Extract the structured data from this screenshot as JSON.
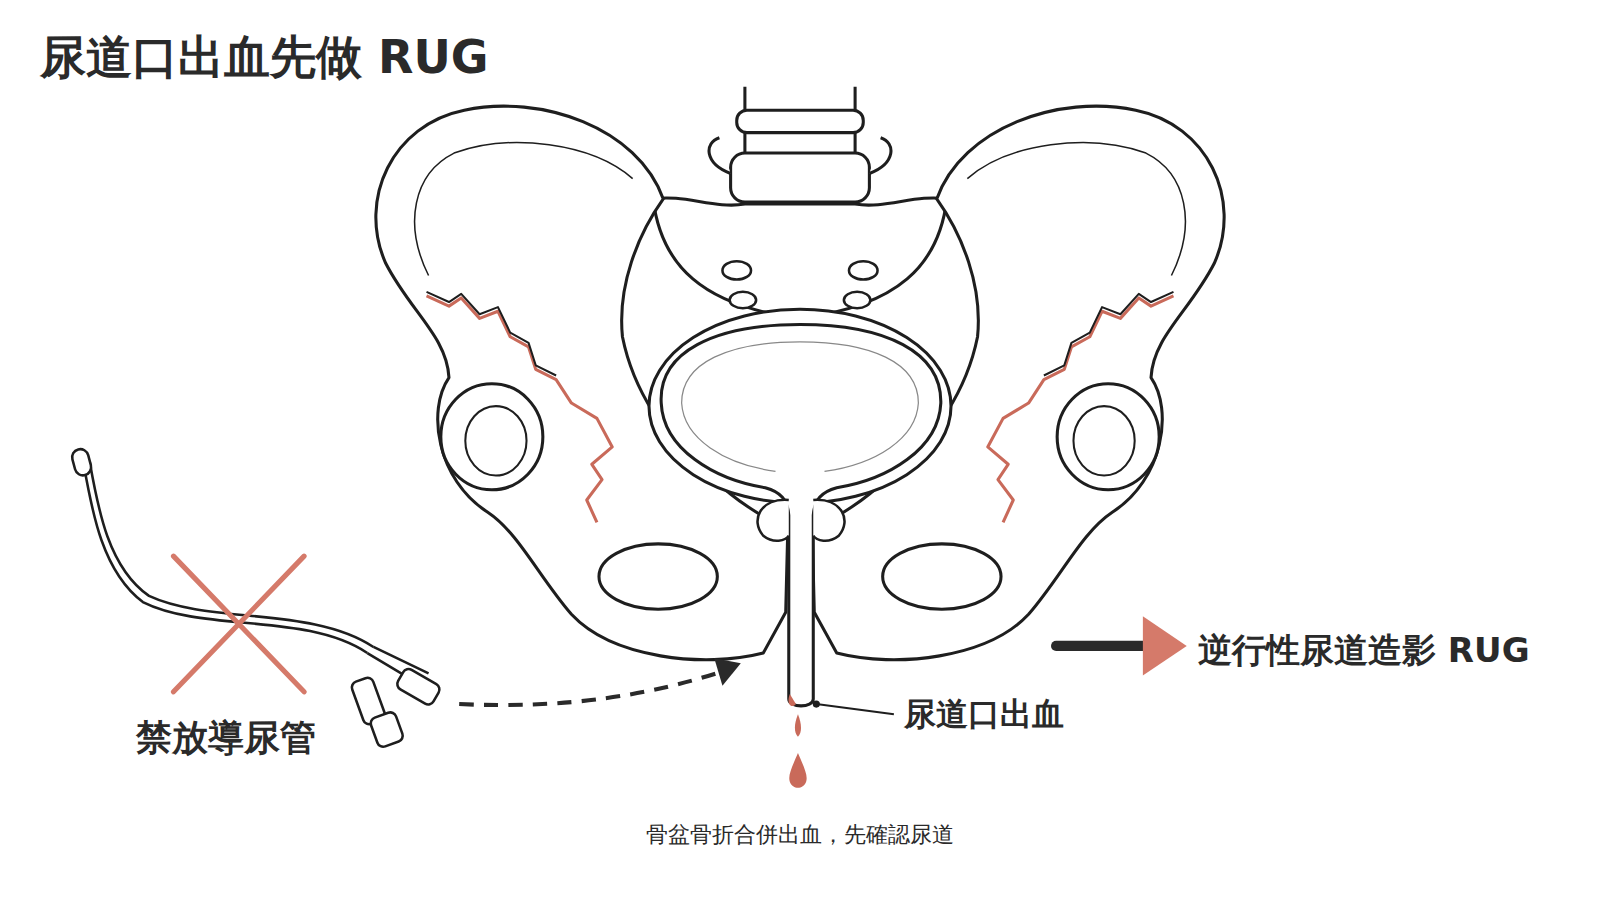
{
  "diagram": {
    "title": "尿道口出血先做 RUG",
    "caption": "骨盆骨折合併出血，先確認尿道",
    "labels": [
      "禁放導尿管",
      "尿道口出血",
      "逆行性尿道造影 RUG"
    ]
  }
}
